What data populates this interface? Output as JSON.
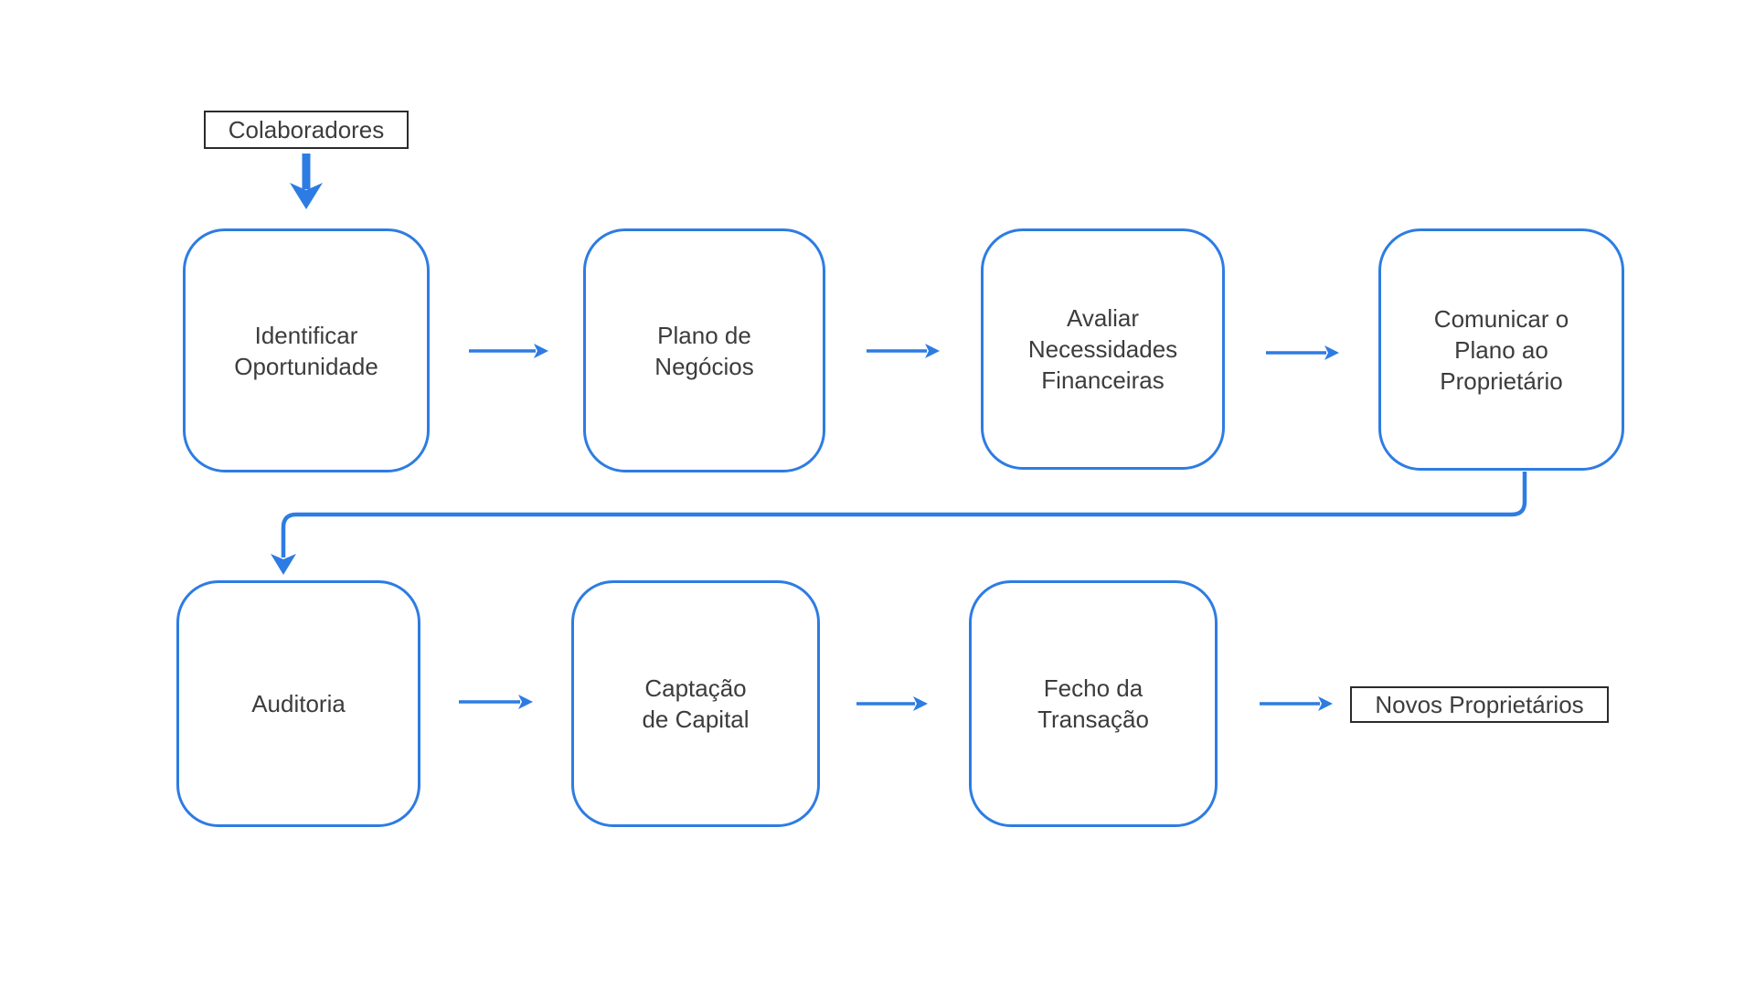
{
  "diagram": {
    "colors": {
      "accent": "#2d7ce3",
      "text": "#3c3c3c",
      "tagborder": "#2b2b2b",
      "background": "#ffffff"
    },
    "terminals": {
      "start": {
        "label": "Colaboradores"
      },
      "end": {
        "label": "Novos Proprietários"
      }
    },
    "nodes": [
      {
        "id": "identificar-oportunidade",
        "label": "Identificar\nOportunidade"
      },
      {
        "id": "plano-de-negocios",
        "label": "Plano de\nNegócios"
      },
      {
        "id": "avaliar-necessidades-financeiras",
        "label": "Avaliar\nNecessidades\nFinanceiras"
      },
      {
        "id": "comunicar-o-plano-ao-proprietario",
        "label": "Comunicar o\nPlano ao\nProprietário"
      },
      {
        "id": "auditoria",
        "label": "Auditoria"
      },
      {
        "id": "captacao-de-capital",
        "label": "Captação\nde Capital"
      },
      {
        "id": "fecho-da-transacao",
        "label": "Fecho da\nTransação"
      }
    ],
    "edges": [
      {
        "from": "Colaboradores",
        "to": "Identificar Oportunidade"
      },
      {
        "from": "Identificar Oportunidade",
        "to": "Plano de Negócios"
      },
      {
        "from": "Plano de Negócios",
        "to": "Avaliar Necessidades Financeiras"
      },
      {
        "from": "Avaliar Necessidades Financeiras",
        "to": "Comunicar o Plano ao Proprietário"
      },
      {
        "from": "Comunicar o Plano ao Proprietário",
        "to": "Auditoria"
      },
      {
        "from": "Auditoria",
        "to": "Captação de Capital"
      },
      {
        "from": "Captação de Capital",
        "to": "Fecho da Transação"
      },
      {
        "from": "Fecho da Transação",
        "to": "Novos Proprietários"
      }
    ]
  }
}
